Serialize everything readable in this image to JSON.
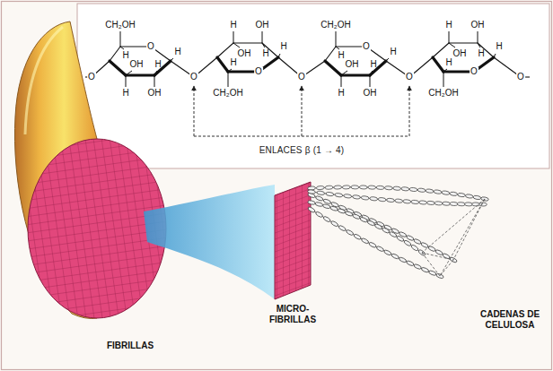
{
  "diagram": {
    "labels": [
      "O",
      "CH₂OH",
      "O",
      "H",
      "OH",
      "H",
      "OH",
      "H",
      "H",
      "O",
      "CH₂OH",
      "O",
      "H",
      "OH",
      "H",
      "OH",
      "H",
      "H",
      "O",
      "CH₂OH",
      "O",
      "H",
      "OH",
      "H",
      "OH",
      "H",
      "H",
      "O",
      "CH₂OH",
      "O",
      "H",
      "OH",
      "H",
      "OH",
      "H",
      "H",
      "O",
      "ENLACES β (1 → 4)",
      "FIBRILLAS",
      "MICRO- FIBRILLAS",
      "CADENAS DE CELULOSA"
    ]
  }
}
